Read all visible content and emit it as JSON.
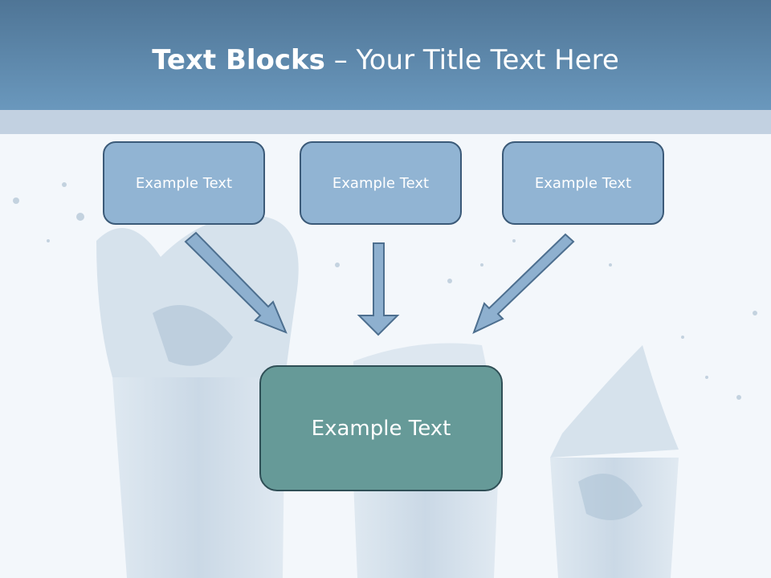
{
  "slide": {
    "title_bold": "Text Blocks",
    "title_rest": " – Your Title Text Here"
  },
  "boxes": {
    "left": "Example Text",
    "center": "Example Text",
    "right": "Example Text",
    "target": "Example Text"
  },
  "colors": {
    "header": "#5f8ab0",
    "box_fill": "#91b4d3",
    "target_fill": "#669a98",
    "arrow_fill": "#8eb0cf"
  }
}
